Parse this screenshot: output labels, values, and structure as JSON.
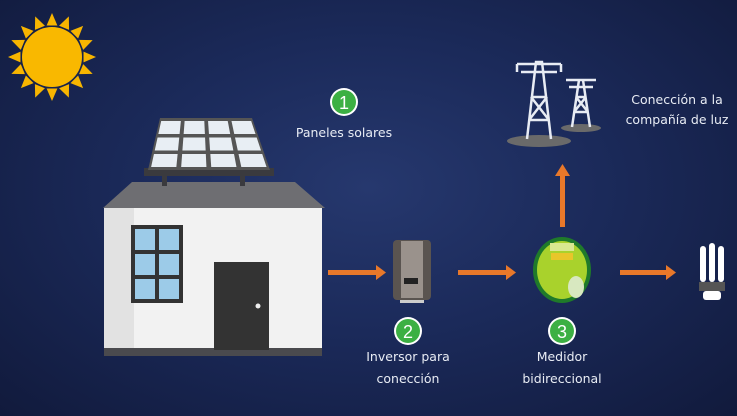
{
  "steps": [
    {
      "number": "1",
      "label": "Paneles solares"
    },
    {
      "number": "2",
      "label_line1": "Inversor para",
      "label_line2": "conección"
    },
    {
      "number": "3",
      "label_line1": "Medidor",
      "label_line2": "bidireccional"
    }
  ],
  "grid": {
    "label_line1": "Conección a la",
    "label_line2": "compañía de luz"
  },
  "colors": {
    "arrow": "#e8782a",
    "badge": "#3cb043",
    "sun": "#f7b500",
    "background": "#1b2a5a"
  }
}
